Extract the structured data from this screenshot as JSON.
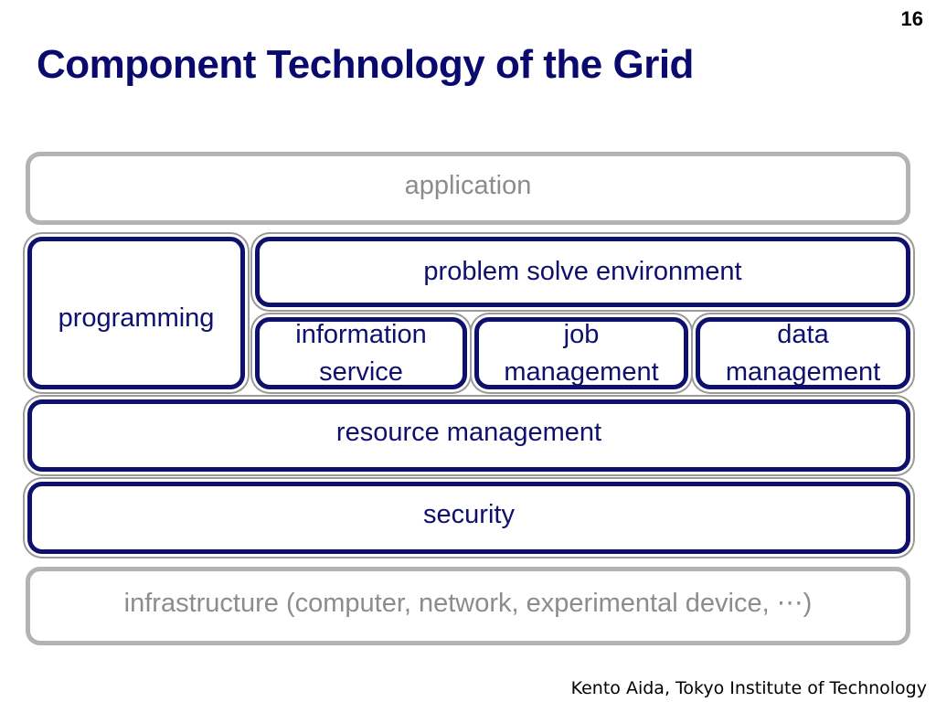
{
  "page_number": "16",
  "title": "Component Technology of the Grid",
  "diagram": {
    "application": "application",
    "programming": "programming",
    "problem_solve_environment": "problem solve environment",
    "information_service": [
      "information",
      "service"
    ],
    "job_management": [
      "job",
      "management"
    ],
    "data_management": [
      "data",
      "management"
    ],
    "resource_management": "resource management",
    "security": "security",
    "infrastructure": "infrastructure (computer, network, experimental device, ⋯)"
  },
  "footer": "Kento Aida, Tokyo Institute of Technology",
  "colors": {
    "title": "#0a0a6e",
    "box_border": "#0f0f6e",
    "box_gray": "#b3b3b3",
    "text_gray": "#8c8c8c"
  }
}
